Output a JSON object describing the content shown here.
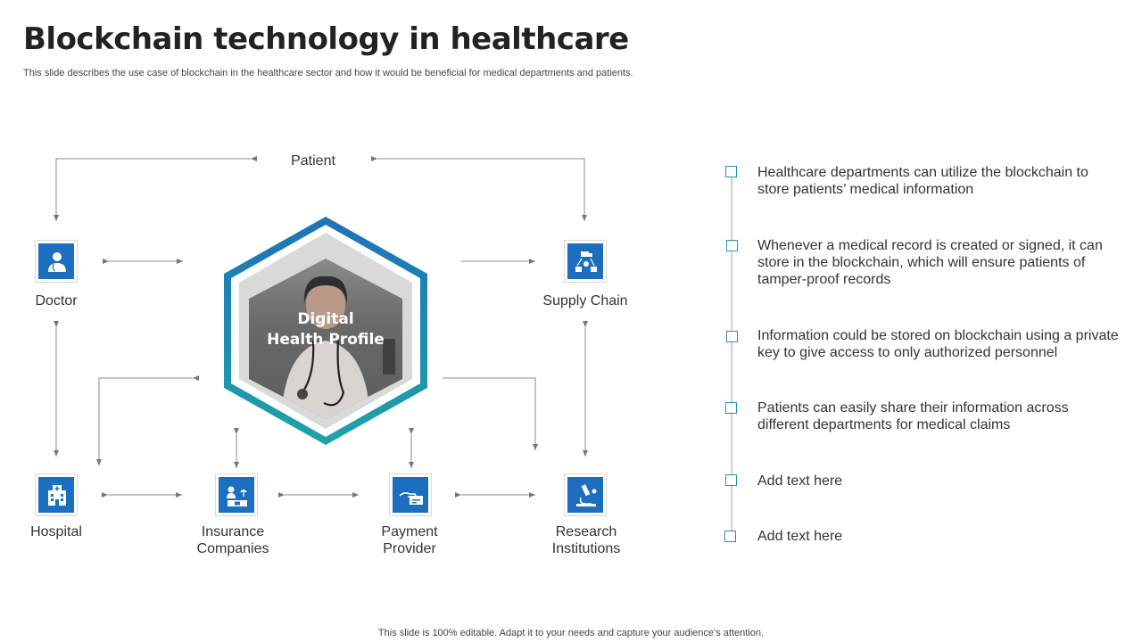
{
  "header": {
    "title": "Blockchain technology in healthcare",
    "subtitle": "This slide describes the use case of blockchain in the healthcare sector and how it would be beneficial for medical departments and patients."
  },
  "diagram": {
    "center_label_line1": "Digital",
    "center_label_line2": "Health Profile",
    "nodes": {
      "patient": "Patient",
      "doctor": "Doctor",
      "supply_chain": "Supply Chain",
      "hospital": "Hospital",
      "insurance_line1": "Insurance",
      "insurance_line2": "Companies",
      "payment_line1": "Payment",
      "payment_line2": "Provider",
      "research_line1": "Research",
      "research_line2": "Institutions"
    },
    "icons": {
      "doctor": "doctor-icon",
      "supply_chain": "supply-chain-icon",
      "hospital": "hospital-icon",
      "insurance": "insurance-icon",
      "payment": "payment-icon",
      "research": "microscope-icon"
    }
  },
  "points": [
    {
      "line1": "Healthcare departments can utilize the blockchain to",
      "line2": "store patients’ medical information",
      "line3": ""
    },
    {
      "line1": "Whenever a medical record is created or signed, it can",
      "line2": "store in the blockchain, which will ensure patients of",
      "line3": "tamper-proof records"
    },
    {
      "line1": "Information could be stored on blockchain using a private",
      "line2": "key to give access to only authorized personnel",
      "line3": ""
    },
    {
      "line1": "Patients can easily share their information across",
      "line2": "different departments for medical claims",
      "line3": ""
    },
    {
      "line1": "Add text here",
      "line2": "",
      "line3": ""
    },
    {
      "line1": "Add text here",
      "line2": "",
      "line3": ""
    }
  ],
  "footer": {
    "note": "This slide is 100% editable. Adapt it to your needs and capture your audience’s attention."
  },
  "colors": {
    "icon_blue": "#1c6fbf",
    "hex_blue": "#1d73b8",
    "hex_teal": "#1ea3a8",
    "bullet_border": "#2b8fb3",
    "arrow_gray": "#777777"
  }
}
